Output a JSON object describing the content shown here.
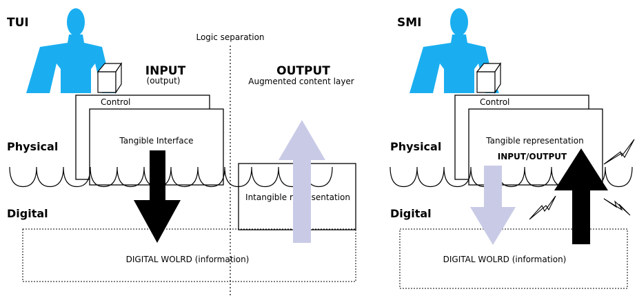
{
  "colors": {
    "person": "#1aaef0",
    "arrow_light": "#c9cbe6",
    "arrow_dark": "#000000",
    "stroke": "#000000",
    "background": "#ffffff"
  },
  "left": {
    "heading": "TUI",
    "separator_label": "Logic separation",
    "input_title": "INPUT",
    "input_subtitle": "(output)",
    "output_title": "OUTPUT",
    "output_subtitle": "Augmented content layer",
    "control_label": "Control",
    "tangible_label": "Tangible Interface",
    "physical_label": "Physical",
    "digital_label": "Digital",
    "intangible_label": "Intangible representation",
    "digital_world_label": "DIGITAL WOLRD (information)"
  },
  "right": {
    "heading": "SMI",
    "control_label": "Control",
    "tangible_label": "Tangible representation",
    "io_label": "INPUT/OUTPUT",
    "physical_label": "Physical",
    "digital_label": "Digital",
    "digital_world_label": "DIGITAL WOLRD (information)"
  },
  "icons": [
    "person-icon",
    "cube-icon",
    "lightning-icon",
    "water-surface-icon"
  ]
}
